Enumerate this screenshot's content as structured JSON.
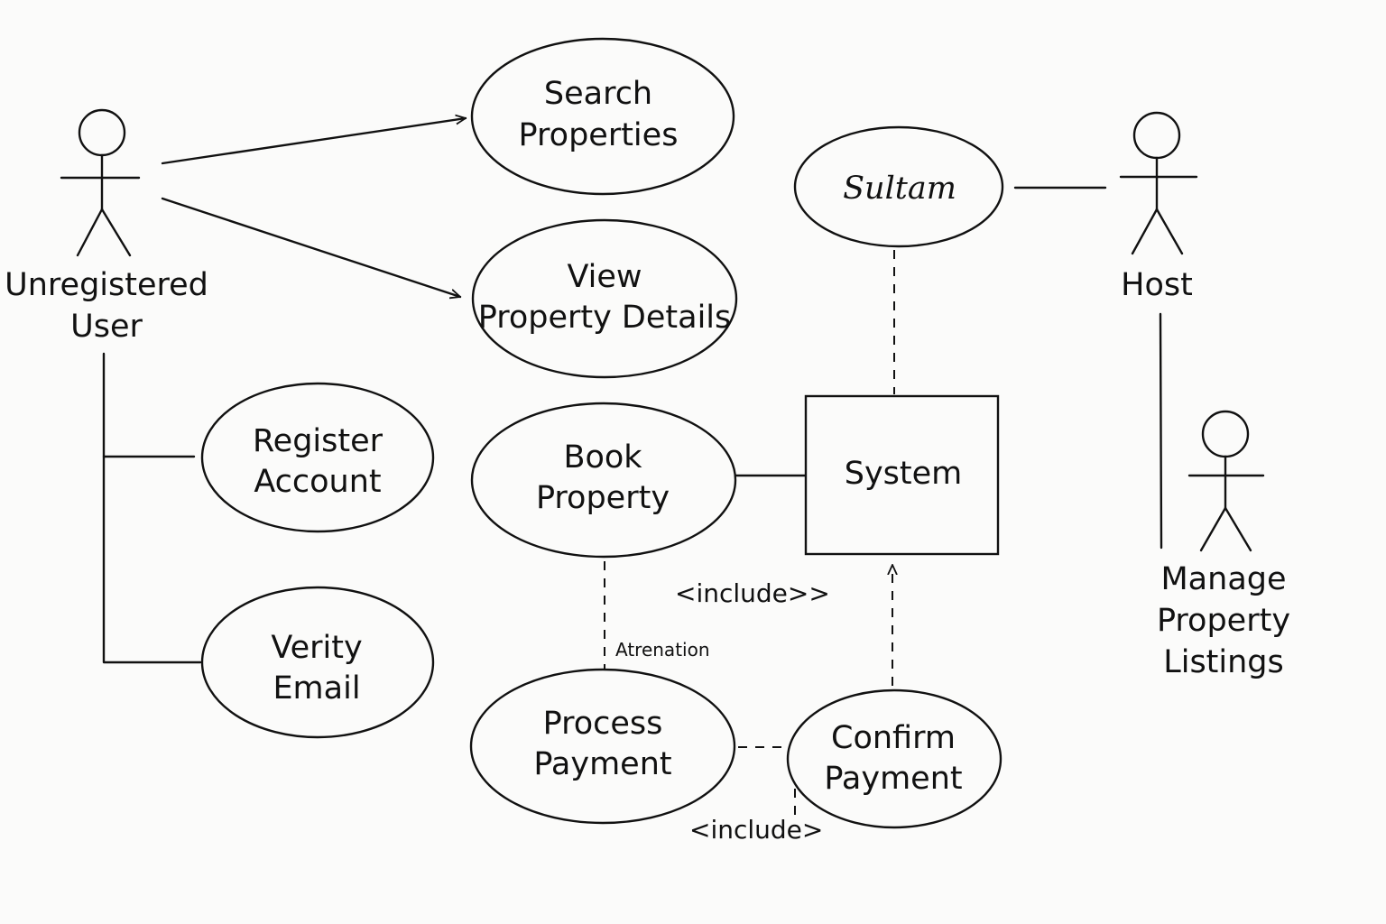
{
  "actors": {
    "unregistered_user": {
      "line1": "Unregistered",
      "line2": "User"
    },
    "host": {
      "line1": "Host"
    },
    "manager": {
      "line1": "Manage",
      "line2": "Property",
      "line3": "Listings"
    }
  },
  "use_cases": {
    "search_properties": {
      "line1": "Search",
      "line2": "Properties"
    },
    "view_property_details": {
      "line1": "View",
      "line2": "Property Details"
    },
    "register_account": {
      "line1": "Register",
      "line2": "Account"
    },
    "verify_email": {
      "line1": "Verity",
      "line2": "Email"
    },
    "book_property": {
      "line1": "Book",
      "line2": "Property"
    },
    "process_payment": {
      "line1": "Process",
      "line2": "Payment"
    },
    "confirm_payment": {
      "line1": "Confirm",
      "line2": "Payment"
    },
    "sultam": {
      "line1": "Sultam"
    }
  },
  "system_box": {
    "label": "System"
  },
  "annotations": {
    "include_top": "<include>>",
    "alternation": "Atrenation",
    "include_bottom": "<include>"
  }
}
